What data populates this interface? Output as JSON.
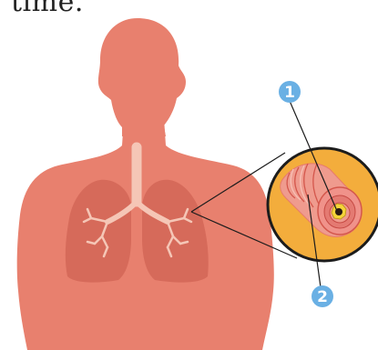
{
  "caption_fragment": "time.",
  "callouts": [
    {
      "number": "1"
    },
    {
      "number": "2"
    }
  ],
  "colors": {
    "body": "#e8806e",
    "lungs": "#d66a5a",
    "trachea": "#f5c6b6",
    "inset_bg": "#f3ad3c",
    "inset_border": "#1c1c1c",
    "airway_wall": "#ef9b8e",
    "callout_fill": "#6ab0e4"
  },
  "icons": [
    "human-torso-silhouette",
    "lungs",
    "bronchial-tree",
    "airway-cross-section-inset"
  ]
}
